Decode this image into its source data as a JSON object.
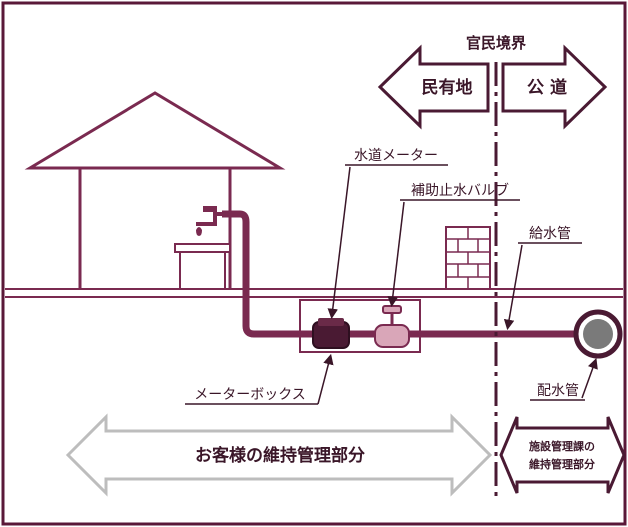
{
  "boundary": {
    "title": "官民境界"
  },
  "arrows": {
    "private_land": "民有地",
    "public_road": "公 道"
  },
  "labels": {
    "water_meter": "水道メーター",
    "aux_valve": "補助止水バルブ",
    "supply_pipe": "給水管",
    "meter_box": "メーターボックス",
    "distribution_main": "配水管"
  },
  "management": {
    "customer": "お客様の維持管理部分",
    "facility_line1": "施設管理課の",
    "facility_line2": "維持管理部分"
  },
  "colors": {
    "frame": "#5a1838",
    "pipe": "#7a2a50",
    "ink": "#3a1628",
    "gray_arrow": "#bdbdbd",
    "valve_pink": "#d9a6b8",
    "meter_dark": "#4a1a33"
  }
}
